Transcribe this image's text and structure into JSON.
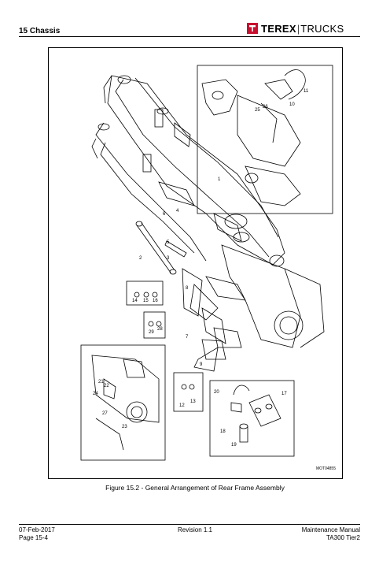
{
  "header": {
    "section_title": "15 Chassis",
    "logo_brand": "TEREX",
    "logo_separator": "|",
    "logo_sub": "TRUCKS"
  },
  "figure": {
    "drawing_code": "MOT04855",
    "part_numbers": [
      "1",
      "2",
      "3",
      "4",
      "5",
      "6",
      "7",
      "8",
      "9",
      "10",
      "11",
      "12",
      "13",
      "14",
      "15",
      "16",
      "17",
      "18",
      "19",
      "20",
      "21",
      "22",
      "23",
      "24",
      "25",
      "26",
      "27",
      "28",
      "29"
    ],
    "caption": "Figure 15.2 - General Arrangement of Rear Frame Assembly"
  },
  "footer": {
    "date": "07-Feb-2017",
    "page": "Page 15-4",
    "revision": "Revision  1.1",
    "manual": "Maintenance Manual",
    "model": "TA300  Tier2"
  }
}
